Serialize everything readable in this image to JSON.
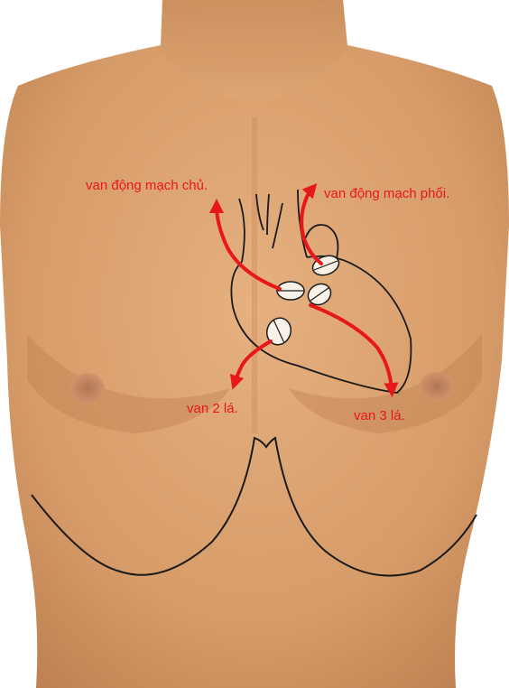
{
  "labels": {
    "aortic_valve": "van động mạch chủ.",
    "pulmonary_valve": "van động mạch phổi.",
    "mitral_valve": "van 2 lá.",
    "tricuspid_valve": "van 3 lá."
  },
  "colors": {
    "label": "#e8171b",
    "arrow": "#e8171b",
    "outline": "#1a1a1a",
    "skin_light": "#e3ab7a",
    "skin_mid": "#d29a68",
    "skin_dark": "#b9794a"
  }
}
